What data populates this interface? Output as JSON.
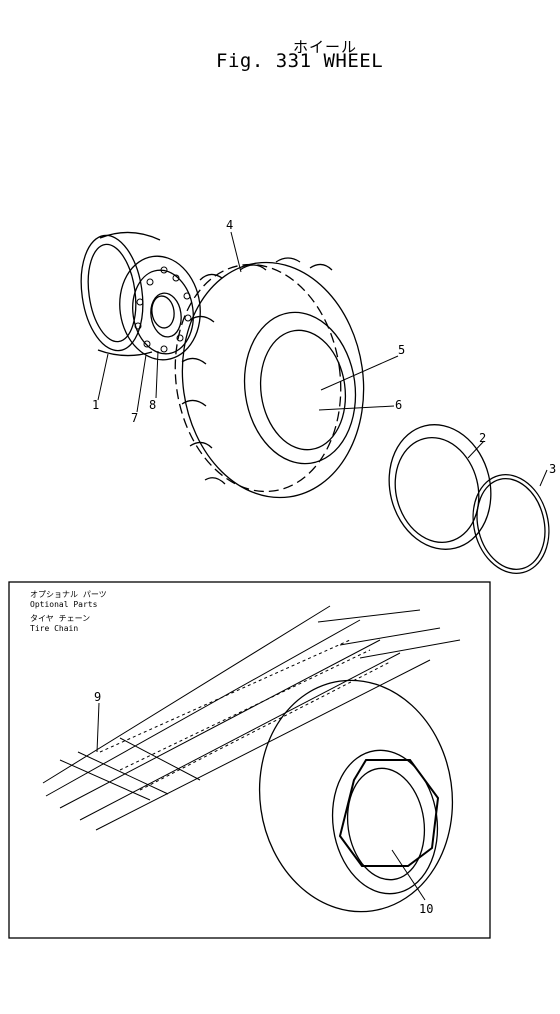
{
  "figure": {
    "title_jp": "ホイール",
    "title_en": "Fig. 331  WHEEL"
  },
  "optional_box": {
    "label_jp_1": "オプショナル パーツ",
    "label_en_1": "Optional Parts",
    "label_jp_2": "タイヤ チェーン",
    "label_en_2": "Tire Chain"
  },
  "callouts": {
    "c1": "1",
    "c2": "2",
    "c3": "3",
    "c4": "4",
    "c5": "5",
    "c6": "6",
    "c7": "7",
    "c8": "8",
    "c9": "9",
    "c10": "10"
  }
}
